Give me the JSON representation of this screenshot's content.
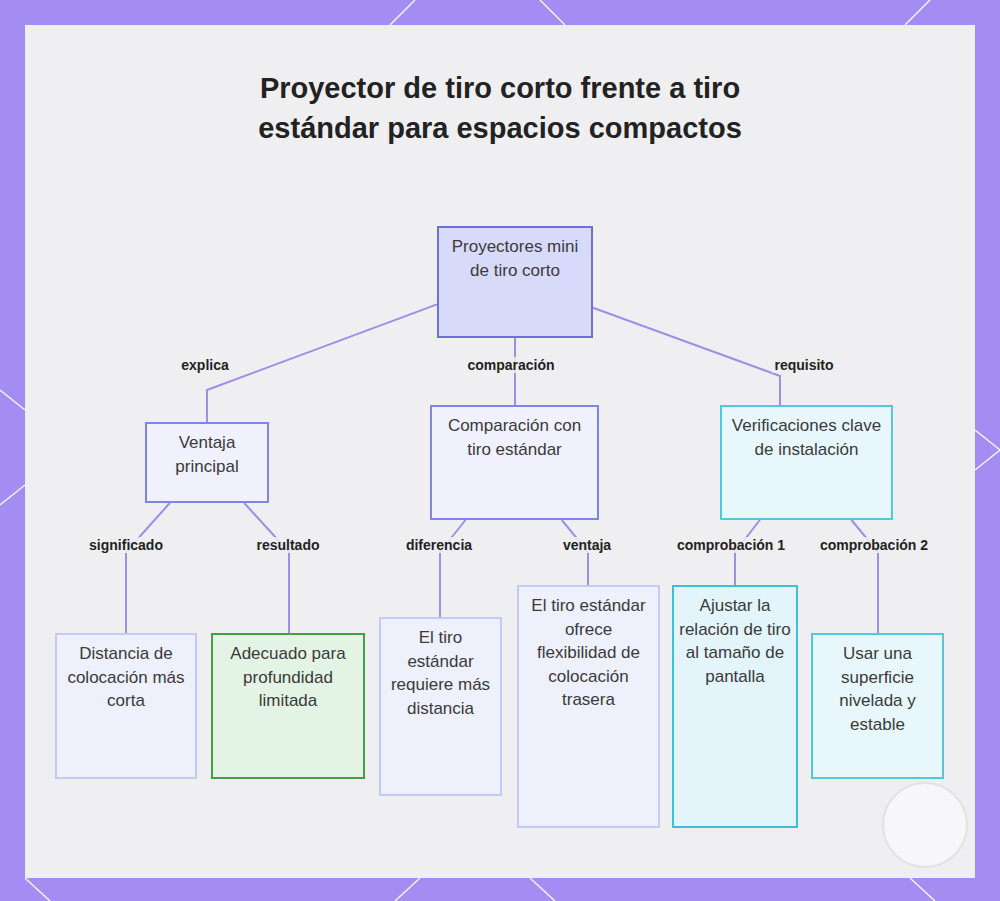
{
  "diagram": {
    "title": "Proyector de tiro corto frente a tiro estándar para espacios compactos",
    "nodes": [
      {
        "text": [
          "Proyectores mini de tiro corto"
        ]
      },
      {
        "text": [
          "Ventaja principal"
        ]
      },
      {
        "text": [
          "Comparación con tiro estándar"
        ]
      },
      {
        "text": [
          "Verificaciones clave de instalación"
        ]
      },
      {
        "text": [
          "Distancia de colocación más corta"
        ]
      },
      {
        "text": [
          "Adecuado para profundidad limitada"
        ]
      },
      {
        "text": [
          "El tiro estándar requiere más distancia"
        ]
      },
      {
        "text": [
          "El tiro estándar ofrece flexibilidad de colocación trasera"
        ]
      },
      {
        "text": [
          "Ajustar la relación de tiro al tamaño de pantalla"
        ]
      },
      {
        "text": [
          "Usar una superficie nivelada y estable"
        ]
      }
    ],
    "edges": [
      {
        "from": 0,
        "to": 1,
        "label": "explica",
        "arrow": "none"
      },
      {
        "from": 0,
        "to": 2,
        "label": "comparación",
        "arrow": "none"
      },
      {
        "from": 0,
        "to": 3,
        "label": "requisito",
        "arrow": "none"
      },
      {
        "from": 1,
        "to": 4,
        "label": "significado",
        "arrow": "none"
      },
      {
        "from": 1,
        "to": 5,
        "label": "resultado",
        "arrow": "none"
      },
      {
        "from": 2,
        "to": 6,
        "label": "diferencia",
        "arrow": "none"
      },
      {
        "from": 2,
        "to": 7,
        "label": "ventaja",
        "arrow": "none"
      },
      {
        "from": 3,
        "to": 8,
        "label": "comprobación 1",
        "arrow": "none"
      },
      {
        "from": 3,
        "to": 9,
        "label": "comprobación 2",
        "arrow": "none"
      }
    ]
  }
}
